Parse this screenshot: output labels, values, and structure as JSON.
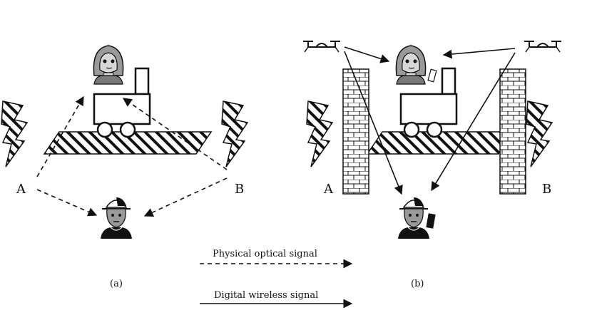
{
  "panels": {
    "a": {
      "caption": "(a)",
      "label_left": "A",
      "label_right": "B"
    },
    "b": {
      "caption": "(b)",
      "label_left": "A",
      "label_right": "B"
    }
  },
  "legend": {
    "physical": "Physical optical signal",
    "digital": "Digital wireless signal"
  }
}
